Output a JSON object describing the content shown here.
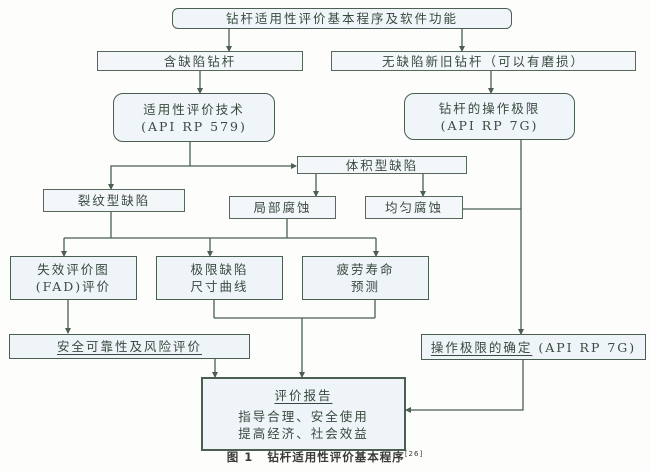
{
  "title": "钻杆适用性评价基本程序及软件功能",
  "nodes": {
    "flawed": "含缺陷钻杆",
    "unflawed": "无缺陷新旧钻杆（可以有磨损）",
    "fitness_tech": {
      "line1": "适用性评价技术",
      "line2": "(API RP 579)"
    },
    "op_limits": {
      "line1": "钻杆的操作极限",
      "line2": "(API RP 7G)"
    },
    "volume_defect": "体积型缺陷",
    "crack_defect": "裂纹型缺陷",
    "local_corrosion": "局部腐蚀",
    "uniform_corrosion": "均匀腐蚀",
    "fad": {
      "line1": "失效评价图",
      "line2": "(FAD)评价"
    },
    "limit_curve": {
      "line1": "极限缺陷",
      "line2": "尺寸曲线"
    },
    "fatigue": {
      "line1": "疲劳寿命",
      "line2": "预测"
    },
    "safety_risk": "安全可靠性及风险评价",
    "op_limit_determination": {
      "main": "操作极限的确定",
      "suffix": " (API RP 7G)"
    },
    "report": {
      "title": "评价报告",
      "line1": "指导合理、安全使用",
      "line2": "提高经济、社会效益"
    }
  },
  "caption": {
    "figure": "图 1",
    "text": "钻杆适用性评价基本程序",
    "ref": "[26]"
  },
  "colors": {
    "line": "#4a5e52",
    "box_fill": "#eef4f8",
    "text": "#3a4a40"
  }
}
